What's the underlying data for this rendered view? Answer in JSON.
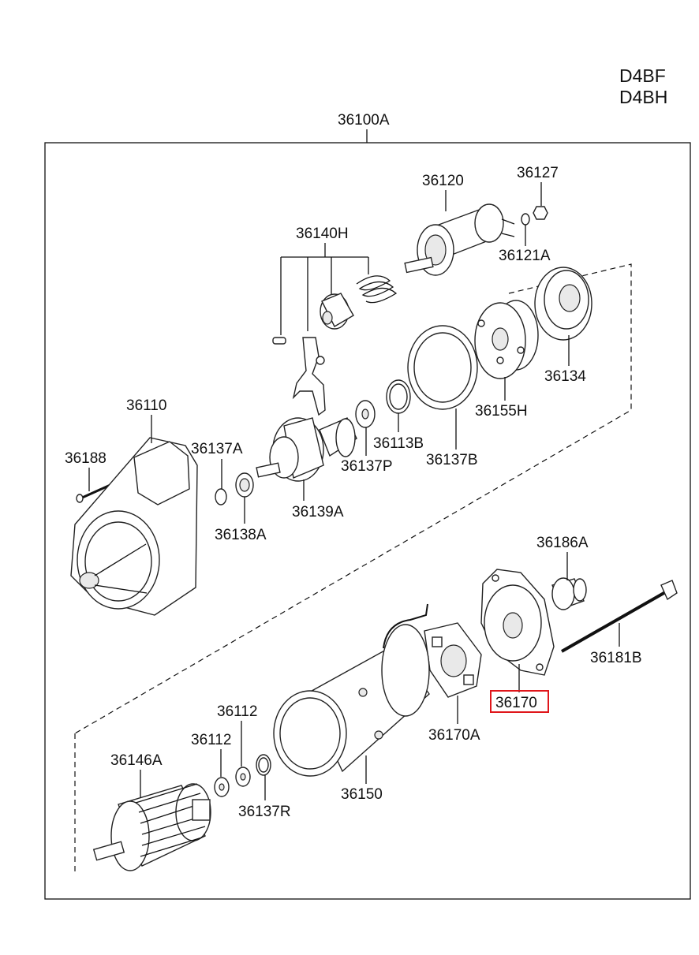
{
  "engine_codes": [
    "D4BF",
    "D4BH"
  ],
  "assembly_label": "36100A",
  "part_labels": {
    "p36120": "36120",
    "p36127": "36127",
    "p36121A": "36121A",
    "p36140H": "36140H",
    "p36134": "36134",
    "p36155H": "36155H",
    "p36110": "36110",
    "p36113B": "36113B",
    "p36137A": "36137A",
    "p36188": "36188",
    "p36137P": "36137P",
    "p36137B": "36137B",
    "p36139A": "36139A",
    "p36138A": "36138A",
    "p36186A": "36186A",
    "p36181B": "36181B",
    "p36170": "36170",
    "p36112a": "36112",
    "p36112b": "36112",
    "p36170A": "36170A",
    "p36146A": "36146A",
    "p36150": "36150",
    "p36137R": "36137R"
  },
  "highlighted_part": "36170",
  "colors": {
    "highlight": "#e0161b",
    "ink": "#111111"
  }
}
